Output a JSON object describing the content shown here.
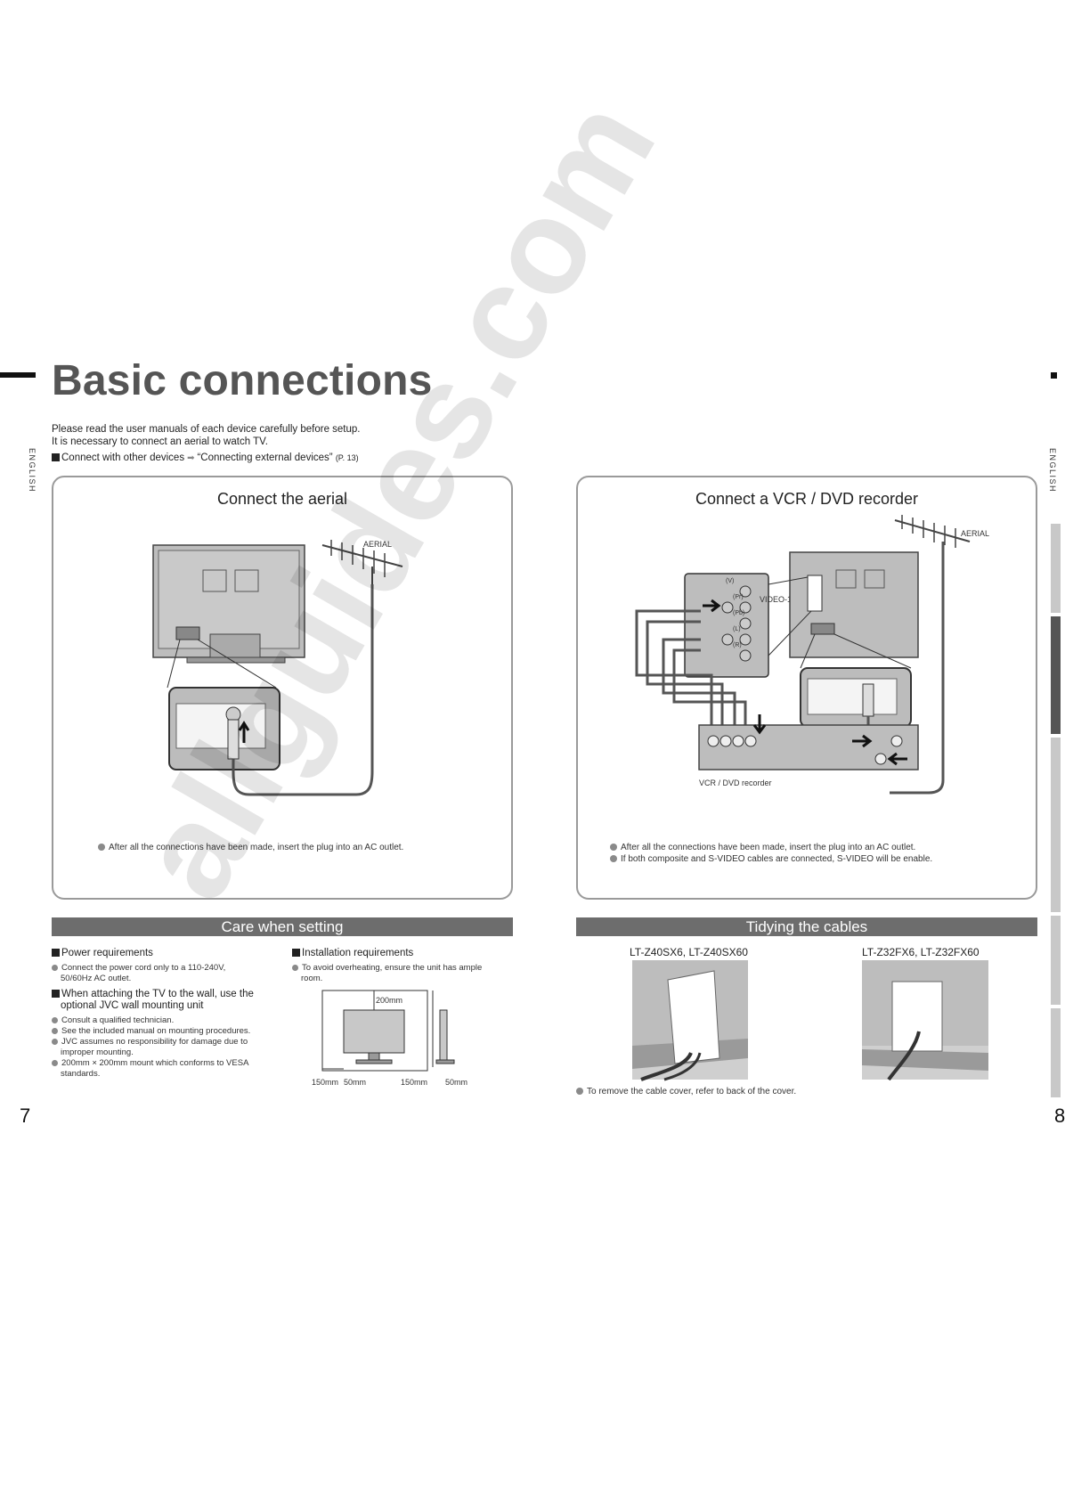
{
  "page": {
    "title": "Basic connections",
    "intro_line1": "Please read the user manuals of each device carefully before setup.",
    "intro_line2": "It is necessary to connect an aerial to watch TV.",
    "connect_text": "Connect with other devices",
    "connect_ref": "“Connecting external devices”",
    "connect_page": "(P. 13)",
    "language": "ENGLISH",
    "page_left": "7",
    "page_right": "8",
    "watermark": "allguides.com"
  },
  "aerial_panel": {
    "title": "Connect the aerial",
    "aerial_label": "AERIAL",
    "note": "After all the connections have been made, insert the plug into an AC outlet."
  },
  "vcr_panel": {
    "title": "Connect a VCR / DVD recorder",
    "aerial_label": "AERIAL",
    "video_label": "VIDEO-1",
    "device_label": "VCR / DVD recorder",
    "jack_labels": [
      "(V)",
      "(Pr)",
      "(Pb)",
      "(L)",
      "(R)"
    ],
    "note1": "After all the connections have been made, insert the plug into an AC outlet.",
    "note2": "If both composite and S-VIDEO cables are connected, S-VIDEO will be enable."
  },
  "care": {
    "title": "Care when setting",
    "power_heading": "Power requirements",
    "power_item_line1": "Connect the power cord only to a 110-240V,",
    "power_item_line2": "50/60Hz AC outlet.",
    "wall_heading_line1": "When attaching the TV to the wall, use the",
    "wall_heading_line2": "optional JVC wall mounting unit",
    "wall_item1": "Consult a qualified technician.",
    "wall_item2": "See the included manual on mounting procedures.",
    "wall_item3_line1": "JVC assumes no responsibility for damage due to",
    "wall_item3_line2": "improper mounting.",
    "wall_item4_line1": "200mm × 200mm mount which conforms to VESA",
    "wall_item4_line2": "standards.",
    "install_heading": "Installation requirements",
    "install_item_line1": "To avoid overheating, ensure the unit has ample",
    "install_item_line2": "room.",
    "dims": {
      "top": "200mm",
      "left": "150mm",
      "mid": "50mm",
      "right": "150mm",
      "back": "50mm"
    }
  },
  "tidy": {
    "title": "Tidying the cables",
    "model_left": "LT-Z40SX6, LT-Z40SX60",
    "model_right": "LT-Z32FX6, LT-Z32FX60",
    "note": "To remove the cable cover, refer to back of the cover."
  },
  "colors": {
    "section_bar": "#6d6d6d",
    "panel_border": "#9a9a9a",
    "bullet_dot": "#8a8a8a",
    "title_gray": "#555555"
  }
}
